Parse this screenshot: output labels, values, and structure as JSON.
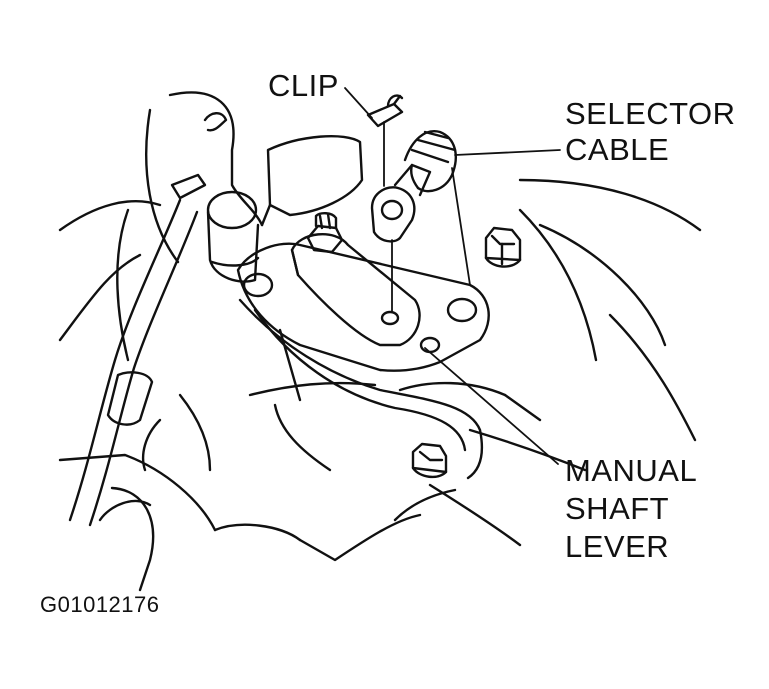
{
  "labels": {
    "clip": "CLIP",
    "selector_cable": [
      "SELECTOR",
      "CABLE"
    ],
    "manual_shaft_lever": [
      "MANUAL",
      "SHAFT",
      "LEVER"
    ]
  },
  "figure_id": "G01012176",
  "colors": {
    "ink": "#111111",
    "background": "#ffffff"
  }
}
